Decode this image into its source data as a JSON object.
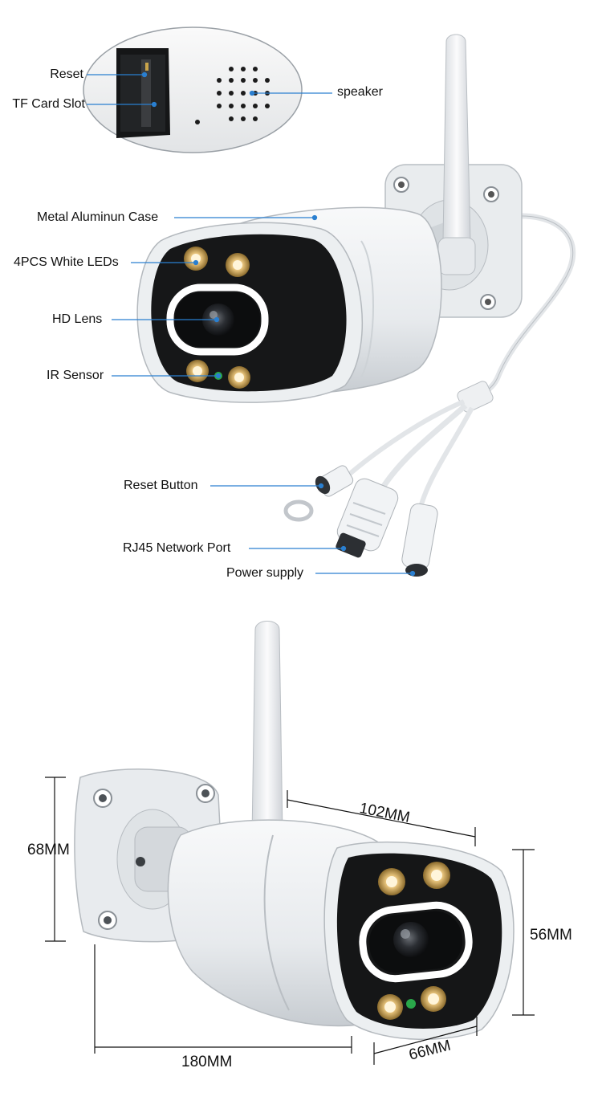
{
  "colors": {
    "leader": "#2a7fd0",
    "body": "#eef0f2",
    "shadow": "#c9ced3",
    "face": "#1a1a1a",
    "led": "#e8c989",
    "ring": "#ffffff",
    "ir": "#2aa84a"
  },
  "callouts": {
    "reset": "Reset",
    "tf_card": "TF Card Slot",
    "speaker": "speaker",
    "case": "Metal Aluminun Case",
    "leds": "4PCS White LEDs",
    "lens": "HD Lens",
    "ir": "IR Sensor",
    "reset_button": "Reset Button",
    "rj45": "RJ45 Network Port",
    "power": "Power supply"
  },
  "dimensions": {
    "height_mount": "68MM",
    "length_total": "180MM",
    "length_body": "102MM",
    "face_height": "56MM",
    "face_width": "66MM"
  }
}
